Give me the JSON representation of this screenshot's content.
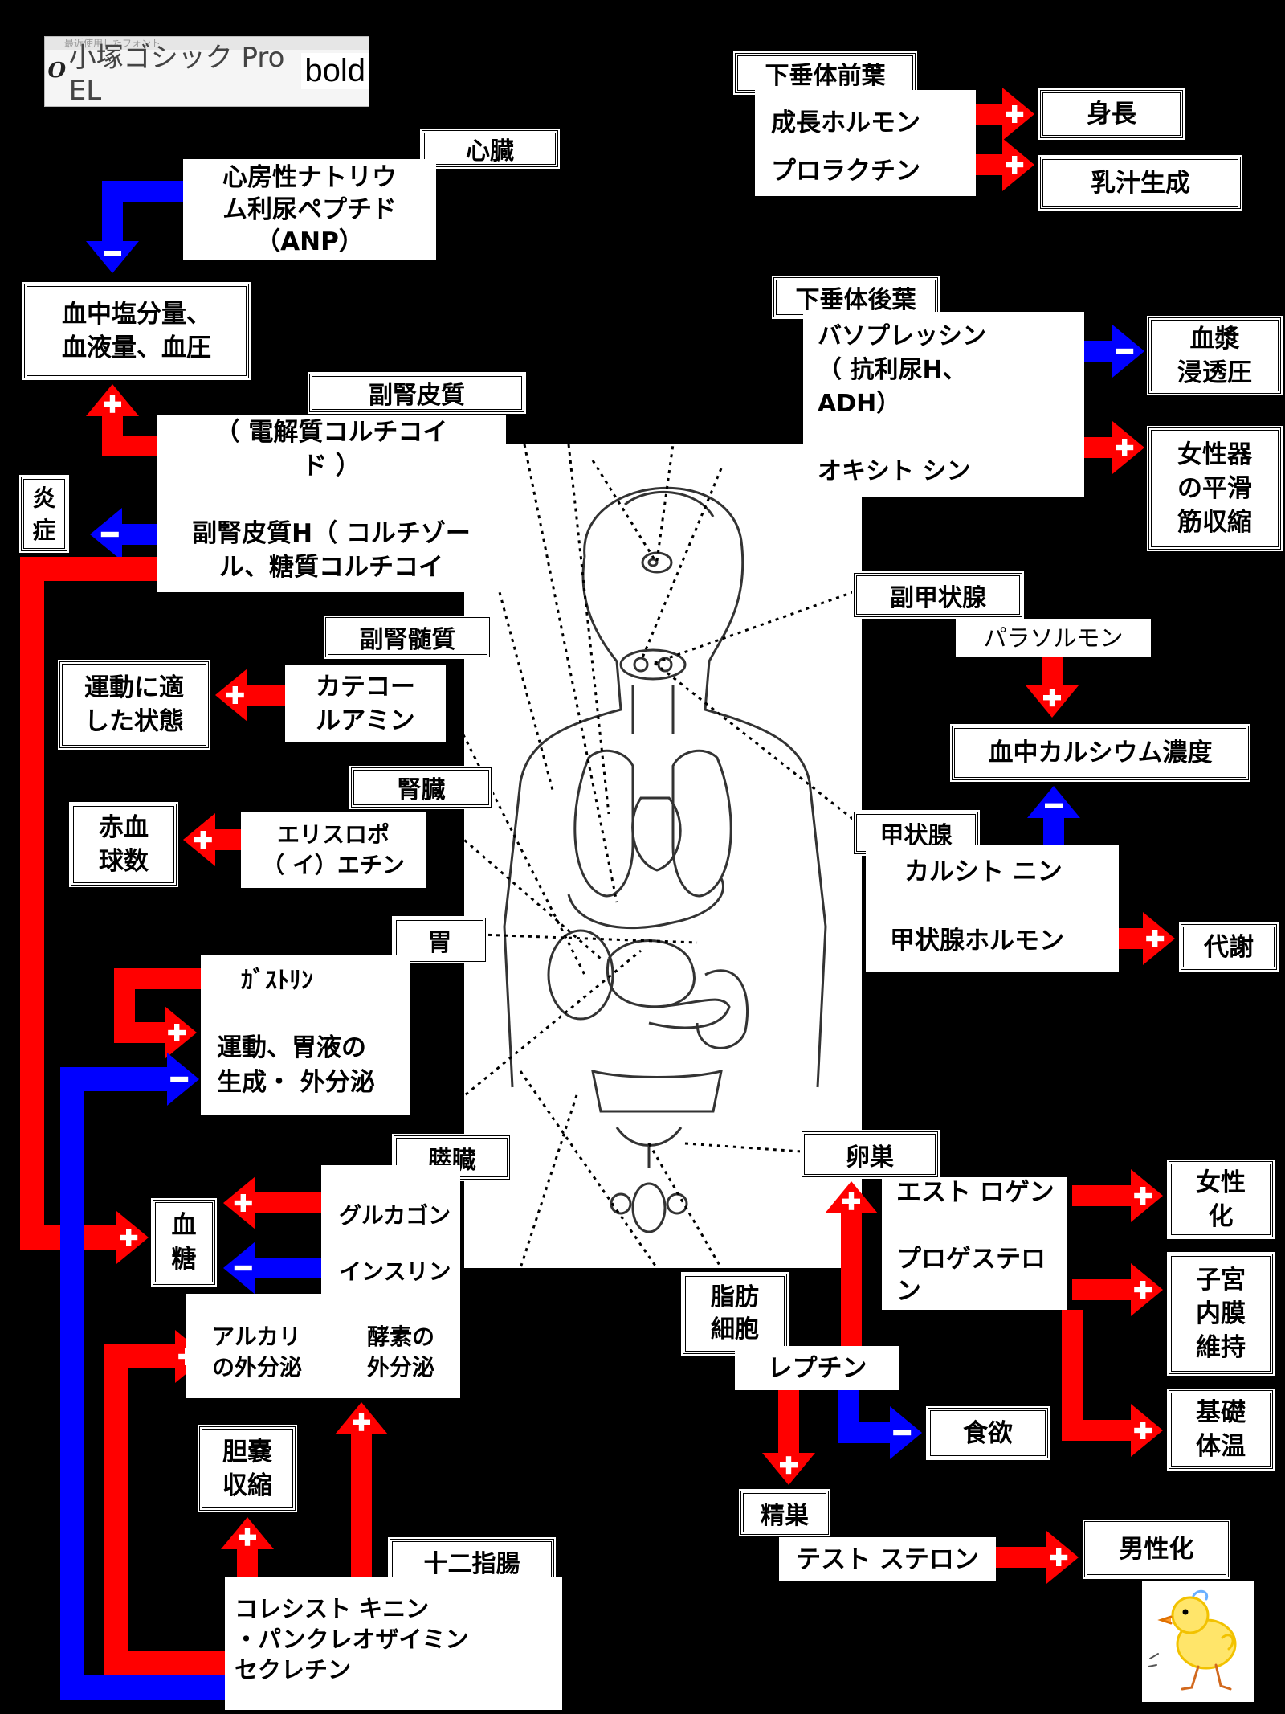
{
  "font_picker": {
    "recent_header": "最近使用したフォント",
    "font_icon": "opentype-font-icon",
    "font_name": "小塚ゴシック Pro EL",
    "typed_text": "bold"
  },
  "colors": {
    "stimulate": "#ff0000",
    "inhibit": "#0000ff",
    "background": "#000000",
    "box": "#ffffff"
  },
  "heart": {
    "organ": "心臓",
    "hormone": "心房性ナトリウ\nム利尿ペプチド\n（ANP）"
  },
  "blood_salt": "血中塩分量、\n血液量、血圧",
  "adrenal_cortex": {
    "organ": "副腎皮質",
    "hormones": "（ 電解質コルチコイ\nド ）\n\n副腎皮質H（ コルチゾー\nル、糖質コルチコイ"
  },
  "inflammation": "炎\n症",
  "adrenal_medulla": {
    "organ": "副腎髄質",
    "hormone": "カテコー\nルアミン",
    "effect": "運動に適\nした状態"
  },
  "kidney": {
    "organ": "腎臓",
    "hormone": "エリスロポ\n（ イ）エチン",
    "effect": "赤血\n球数"
  },
  "stomach": {
    "organ": "胃",
    "hormone": "ｶﾞｽﾄﾘﾝ",
    "effect": "運動、胃液の\n生成・ 外分泌"
  },
  "pancreas": {
    "organ": "膵臓",
    "hormones": [
      "グルカゴン",
      "インスリン"
    ],
    "secretions": [
      "アルカリ\nの外分泌",
      "酵素の\n外分泌"
    ]
  },
  "blood_sugar": "血\n糖",
  "gallbladder": "胆嚢\n収縮",
  "duodenum": {
    "organ": "十二指腸",
    "hormones": "コレシスト キニン\n・パンクレオザイミン\nセクレチン"
  },
  "anterior_pituitary": {
    "organ": "下垂体前葉",
    "hormones": [
      "成長ホルモン",
      "プロラクチン"
    ],
    "effects": [
      "身長",
      "乳汁生成"
    ]
  },
  "posterior_pituitary": {
    "organ": "下垂体後葉",
    "hormones": "バソプレッシン\n（ 抗利尿H、\nADH）\n\nオキシト シン",
    "effects": [
      "血漿\n浸透圧",
      "女性器\nの平滑\n筋収縮"
    ]
  },
  "parathyroid": {
    "organ": "副甲状腺",
    "hormone": "パラソルモン"
  },
  "blood_calcium": "血中カルシウム濃度",
  "thyroid": {
    "organ": "甲状腺",
    "hormones": [
      "カルシト ニン",
      "甲状腺ホルモン"
    ],
    "effect": "代謝"
  },
  "ovary": {
    "organ": "卵巣",
    "hormones": [
      "エスト ロゲン",
      "プロゲステロ\nン"
    ],
    "effects": [
      "女性\n化",
      "子宮\n内膜\n維持",
      "基礎\n体温"
    ]
  },
  "adipose": {
    "organ": "脂肪\n細胞",
    "hormone": "レプチン",
    "effect": "食欲"
  },
  "testis": {
    "organ": "精巣",
    "hormone": "テスト ステロン",
    "effect": "男性化"
  },
  "mascot": "chick-drawing"
}
